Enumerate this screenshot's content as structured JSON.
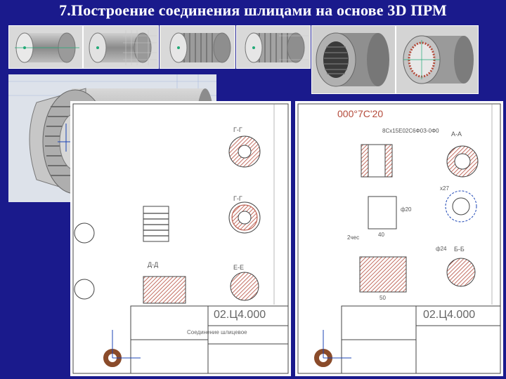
{
  "title": "7.Построение соединения шлицами на основе 3D ПРМ",
  "colors": {
    "background": "#1a1a8c",
    "metal": "#a8a8a8",
    "hatch": "#b44a3a",
    "grid": "#9fb0d8"
  },
  "thumbnails": [
    {
      "name": "cylinder-blank"
    },
    {
      "name": "cylinder-grid"
    },
    {
      "name": "splined-shaft-a"
    },
    {
      "name": "splined-shaft-b"
    },
    {
      "name": "bushing-internal-splines"
    },
    {
      "name": "ring-spline-teeth"
    }
  ],
  "sheet_left": {
    "stamp_code": "02.Ц4.000",
    "stamp_title": "Соединение шлицевое",
    "sections": [
      "Г-Г",
      "Г-Г",
      "Е-Е",
      "Д-Д"
    ],
    "corner_icon": "coordinate-axes-icon"
  },
  "sheet_right": {
    "top_code": "000°7C'20",
    "spline_note": "8Сх15Е02С6Ф0З-0Ф0",
    "stamp_code": "02.Ц4.000",
    "sections": [
      "А-А",
      "Б-Б"
    ],
    "dim_labels": [
      "х27",
      "ф24",
      "2чес",
      "ф20",
      "40",
      "50"
    ],
    "corner_icon": "coordinate-axes-icon"
  }
}
